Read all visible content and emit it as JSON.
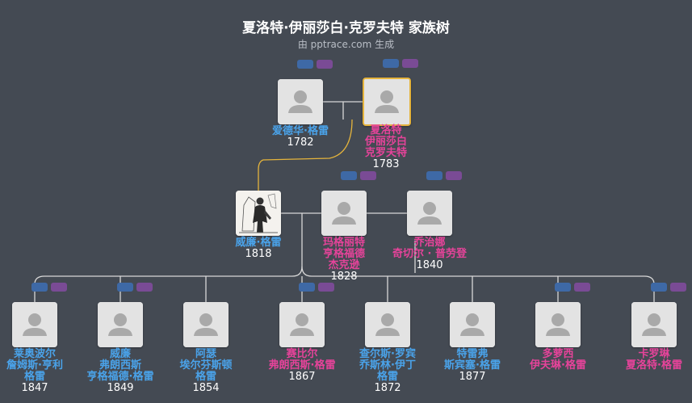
{
  "title": "夏洛特·伊丽莎白·克罗夫特 家族树",
  "subtitle": "由 pptrace.com 生成",
  "colors": {
    "male": "#4aa3ea",
    "female": "#e6439a",
    "selected": "#e5b43c",
    "line": "#d8d8d8",
    "line_selected": "#e5b43c",
    "year": "#ffffff"
  },
  "people": [
    {
      "id": "edward",
      "gender": "male",
      "name_lines": [
        "爱德华·格雷"
      ],
      "year": "1782",
      "photo": "placeholder-avatar-icon"
    },
    {
      "id": "charlotte",
      "gender": "female",
      "selected": true,
      "name_lines": [
        "夏洛特",
        "伊丽莎白",
        "克罗夫特"
      ],
      "year": "1783",
      "photo": "placeholder-avatar-icon"
    },
    {
      "id": "william",
      "gender": "male",
      "name_lines": [
        "威廉·格雷"
      ],
      "year": "1818",
      "photo": "engraved-portrait-icon"
    },
    {
      "id": "margaret",
      "gender": "female",
      "name_lines": [
        "玛格丽特",
        "亨格福德",
        "杰克逊"
      ],
      "year": "1828",
      "photo": "placeholder-avatar-icon"
    },
    {
      "id": "georgina",
      "gender": "female",
      "name_lines": [
        "乔治娜",
        "奇切尔 · 普劳登"
      ],
      "year": "1840",
      "photo": "placeholder-avatar-icon"
    },
    {
      "id": "leopold",
      "gender": "male",
      "name_lines": [
        "莱奥波尔",
        "詹姆斯·亨利",
        "格雷"
      ],
      "year": "1847",
      "photo": "placeholder-avatar-icon"
    },
    {
      "id": "william2",
      "gender": "male",
      "name_lines": [
        "威廉",
        "弗朗西斯",
        "亨格福德·格雷"
      ],
      "year": "1849",
      "photo": "placeholder-avatar-icon"
    },
    {
      "id": "arthur",
      "gender": "male",
      "name_lines": [
        "阿瑟",
        "埃尔芬斯顿",
        "格雷"
      ],
      "year": "1854",
      "photo": "placeholder-avatar-icon"
    },
    {
      "id": "sybil",
      "gender": "female",
      "name_lines": [
        "赛比尔",
        "弗朗西斯·格雷"
      ],
      "year": "1867",
      "photo": "placeholder-avatar-icon"
    },
    {
      "id": "charles",
      "gender": "male",
      "name_lines": [
        "查尔斯·罗宾",
        "乔斯林·伊丁",
        "格雷"
      ],
      "year": "1872",
      "photo": "placeholder-avatar-icon"
    },
    {
      "id": "trefor",
      "gender": "male",
      "name_lines": [
        "特雷弗",
        "斯宾塞·格雷"
      ],
      "year": "1877",
      "photo": "placeholder-avatar-icon"
    },
    {
      "id": "dorothy",
      "gender": "female",
      "name_lines": [
        "多萝西",
        "伊夫琳·格雷"
      ],
      "year": "",
      "photo": "placeholder-avatar-icon"
    },
    {
      "id": "caroline",
      "gender": "female",
      "name_lines": [
        "卡罗琳",
        "夏洛特·格雷"
      ],
      "year": "",
      "photo": "placeholder-avatar-icon"
    }
  ]
}
